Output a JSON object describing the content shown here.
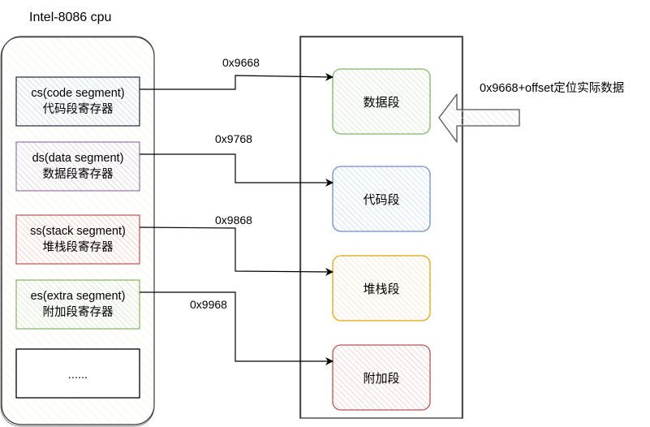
{
  "title": "Intel-8086 cpu",
  "registers": [
    {
      "id": "cs",
      "line1": "cs(code segment)",
      "line2": "代码段寄存器",
      "stroke": "#1f2937",
      "fill": "#dae8fc"
    },
    {
      "id": "ds",
      "line1": "ds(data segment)",
      "line2": "数据段寄存器",
      "stroke": "#9673a6",
      "fill": "#e1d5e7"
    },
    {
      "id": "ss",
      "line1": "ss(stack segment)",
      "line2": "堆栈段寄存器",
      "stroke": "#b85450",
      "fill": "#f8cecc"
    },
    {
      "id": "es",
      "line1": "es(extra segment)",
      "line2": "附加段寄存器",
      "stroke": "#82b366",
      "fill": "#d5e8d4"
    },
    {
      "id": "more",
      "line1": "......",
      "line2": "",
      "stroke": "#000000",
      "fill": "#ffffff"
    }
  ],
  "segments": [
    {
      "id": "data",
      "label": "数据段",
      "stroke": "#82b366",
      "fill": "#d5e8d4"
    },
    {
      "id": "code",
      "label": "代码段",
      "stroke": "#6c8ebf",
      "fill": "#dae8fc"
    },
    {
      "id": "stack",
      "label": "堆栈段",
      "stroke": "#d6b656",
      "fill": "#ffe6cc"
    },
    {
      "id": "extra",
      "label": "附加段",
      "stroke": "#b85450",
      "fill": "#f8cecc"
    }
  ],
  "connections": [
    {
      "from": "cs",
      "to": "data",
      "label": "0x9668"
    },
    {
      "from": "ds",
      "to": "code",
      "label": "0x9768"
    },
    {
      "from": "ss",
      "to": "stack",
      "label": "0x9868"
    },
    {
      "from": "es",
      "to": "extra",
      "label": "0x9968"
    }
  ],
  "pointer_note": "0x9668+offset定位实际数据"
}
